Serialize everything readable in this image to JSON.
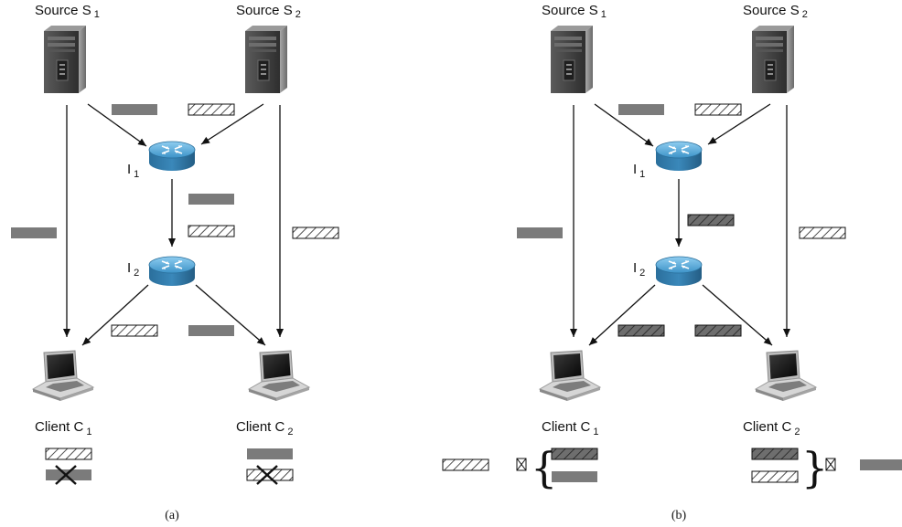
{
  "colors": {
    "packet_solid": "#7b7b7b",
    "packet_coded": "#5a5a5a",
    "hatch": "#222222",
    "router_top": "#4fa3d1",
    "router_side": "#2a6f9b",
    "server_dark": "#3a3a3a",
    "server_light": "#8a8a8a",
    "cross": "#111111"
  },
  "panel_a": {
    "source1": {
      "main": "Source S",
      "sub": "1"
    },
    "source2": {
      "main": "Source S",
      "sub": "2"
    },
    "router1": {
      "main": "I",
      "sub": "1"
    },
    "router2": {
      "main": "I",
      "sub": "2"
    },
    "client1": {
      "main": "Client  C",
      "sub": "1"
    },
    "client2": {
      "main": "Client  C",
      "sub": "2"
    },
    "caption": "(a)"
  },
  "panel_b": {
    "source1": {
      "main": "Source S",
      "sub": "1"
    },
    "source2": {
      "main": "Source S",
      "sub": "2"
    },
    "router1": {
      "main": "I",
      "sub": "1"
    },
    "router2": {
      "main": "I",
      "sub": "2"
    },
    "client1": {
      "main": "Client  C",
      "sub": "1"
    },
    "client2": {
      "main": "Client  C",
      "sub": "2"
    },
    "caption": "(b)"
  },
  "icons": {
    "source": "server-tower-icon",
    "router": "router-icon",
    "client": "laptop-icon",
    "dropped": "x-cross-icon",
    "xor": "xor-box-icon",
    "brace": "brace-icon"
  }
}
